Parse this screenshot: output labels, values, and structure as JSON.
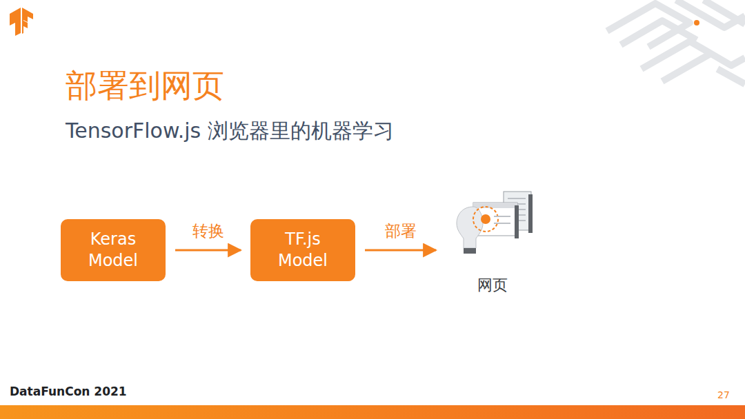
{
  "diagram": {
    "title": "部署到网页",
    "nodes": [
      {
        "text": [
          "Keras Model"
        ]
      },
      {
        "text": [
          "TF.js Model"
        ]
      },
      {
        "text": [
          "网页"
        ]
      }
    ],
    "edges": [
      {
        "from": 0,
        "to": 1,
        "label": "转换",
        "arrow": "to"
      },
      {
        "from": 1,
        "to": 2,
        "label": "部署",
        "arrow": "to"
      }
    ],
    "labels": [
      "TensorFlow.js 浏览器里的机器学习",
      "DataFunCon 2021",
      "27"
    ]
  }
}
